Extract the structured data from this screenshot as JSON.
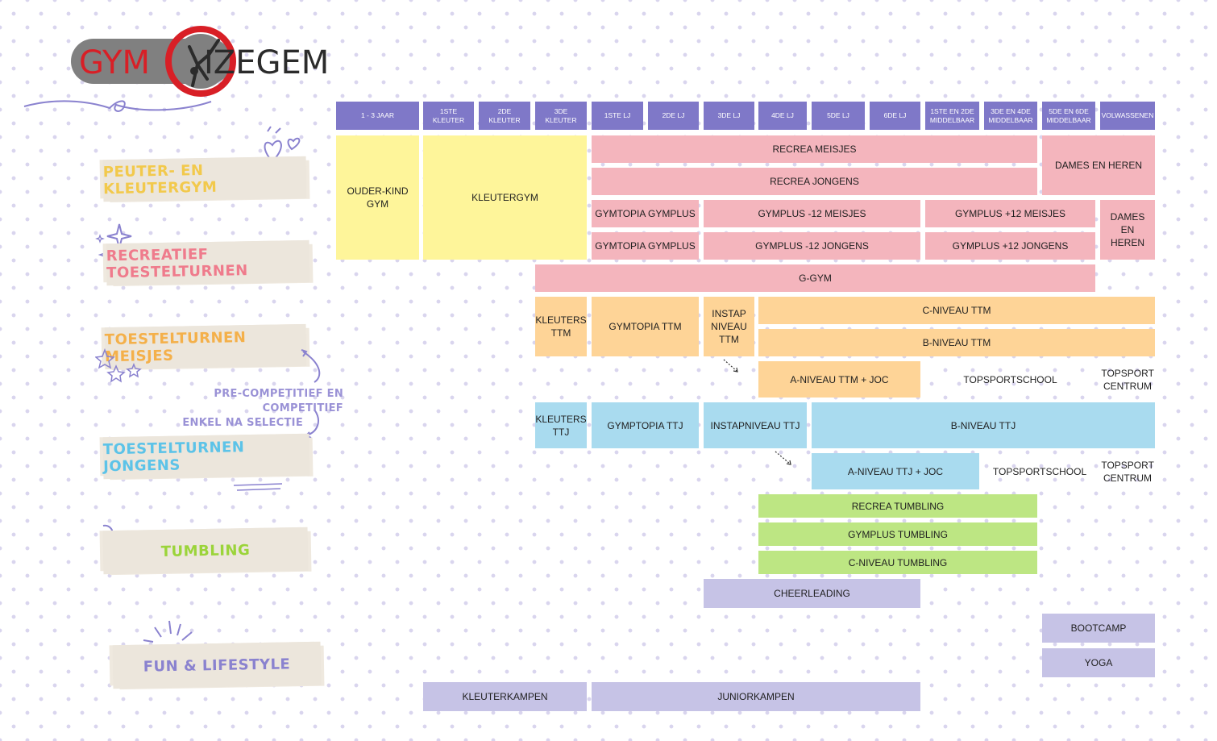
{
  "logo": {
    "left": "GYM",
    "right": "IZEGEM"
  },
  "categories": [
    {
      "id": "peuter",
      "label": "PEUTER- EN KLEUTERGYM",
      "color": "#f2c94c"
    },
    {
      "id": "recreatief",
      "label": "RECREATIEF TOESTELTURNEN",
      "color": "#ef7b8c"
    },
    {
      "id": "meisjes",
      "label": "TOESTELTURNEN MEISJES",
      "color": "#f4b04a"
    },
    {
      "id": "jongens",
      "label": "TOESTELTURNEN JONGENS",
      "color": "#5cc3e8"
    },
    {
      "id": "tumbling",
      "label": "TUMBLING",
      "color": "#9bd43a"
    },
    {
      "id": "fun",
      "label": "FUN & LIFESTYLE",
      "color": "#8a82cf"
    }
  ],
  "note": {
    "line1": "PRE-COMPETITIEF EN COMPETITIEF",
    "line2": "ENKEL NA SELECTIE"
  },
  "columns": [
    "1 - 3 JAAR",
    "1STE KLEUTER",
    "2DE KLEUTER",
    "3DE KLEUTER",
    "1STE LJ",
    "2DE LJ",
    "3DE LJ",
    "4DE LJ",
    "5DE LJ",
    "6DE LJ",
    "1STE EN 2DE MIDDELBAAR",
    "3DE EN 4DE MIDDELBAAR",
    "5DE EN 6DE MIDDELBAAR",
    "VOLWASSENEN"
  ],
  "blocks": {
    "ouder_kind_gym": "OUDER-KIND GYM",
    "kleutergym": "KLEUTERGYM",
    "recrea_meisjes": "RECREA MEISJES",
    "recrea_jongens": "RECREA JONGENS",
    "dames_heren_1": "DAMES EN HEREN",
    "gymtopia_gymplus_1": "GYMTOPIA GYMPLUS",
    "gymplus_12_meisjes": "GYMPLUS -12 MEISJES",
    "gymplus_plus12_meisjes": "GYMPLUS +12 MEISJES",
    "dames_heren_2": "DAMES EN HEREN",
    "gymtopia_gymplus_2": "GYMTOPIA GYMPLUS",
    "gymplus_12_jongens": "GYMPLUS -12 JONGENS",
    "gymplus_plus12_jongens": "GYMPLUS +12 JONGENS",
    "g_gym": "G-GYM",
    "kleuters_ttm": "KLEUTERS TTM",
    "gymtopia_ttm": "GYMTOPIA TTM",
    "instap_ttm": "INSTAP NIVEAU TTM",
    "c_niveau_ttm": "C-NIVEAU TTM",
    "b_niveau_ttm": "B-NIVEAU TTM",
    "a_niveau_ttm": "A-NIVEAU TTM + JOC",
    "topsportschool_1": "TOPSPORTSCHOOL",
    "topsportcentrum_1": "TOPSPORT CENTRUM",
    "kleuters_ttj": "KLEUTERS TTJ",
    "gymptopia_ttj": "GYMPTOPIA TTJ",
    "instapniveau_ttj": "INSTAPNIVEAU TTJ",
    "b_niveau_ttj": "B-NIVEAU TTJ",
    "a_niveau_ttj": "A-NIVEAU TTJ + JOC",
    "topsportschool_2": "TOPSPORTSCHOOL",
    "topsportcentrum_2": "TOPSPORT CENTRUM",
    "recrea_tumbling": "RECREA TUMBLING",
    "gymplus_tumbling": "GYMPLUS TUMBLING",
    "c_niveau_tumbling": "C-NIVEAU TUMBLING",
    "cheerleading": "CHEERLEADING",
    "bootcamp": "BOOTCAMP",
    "yoga": "YOGA",
    "kleuterkampen": "KLEUTERKAMPEN",
    "juniorkampen": "JUNIORKAMPEN"
  },
  "colors": {
    "header": "#7f78c8",
    "recreatief": "#f4b5bd",
    "peuter": "#fef59a",
    "meisjes": "#fed497",
    "jongens": "#a9dbef",
    "tumbling": "#bde683",
    "fun": "#c6c3e6",
    "logo_red": "#d81f26"
  }
}
